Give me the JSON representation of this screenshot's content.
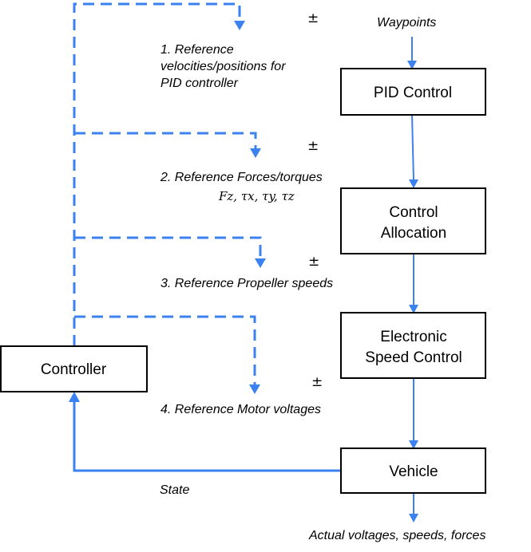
{
  "blocks": {
    "pid": "PID Control",
    "allocation": [
      "Control",
      "Allocation"
    ],
    "esc": [
      "Electronic",
      "Speed Control"
    ],
    "vehicle": "Vehicle",
    "controller": "Controller"
  },
  "labels": {
    "waypoints": "Waypoints",
    "ref1": [
      "1. Reference",
      "velocities/positions for",
      "PID controller"
    ],
    "ref2": "2. Reference Forces/torques",
    "ref2_math": "Fz, τx, τy, τz",
    "ref3": "3. Reference Propeller speeds",
    "ref4": "4. Reference Motor voltages",
    "state": "State",
    "output": "Actual voltages, speeds, forces",
    "pm": "±"
  },
  "colors": {
    "arrow": "#3b82f0",
    "box_border": "#000000"
  }
}
